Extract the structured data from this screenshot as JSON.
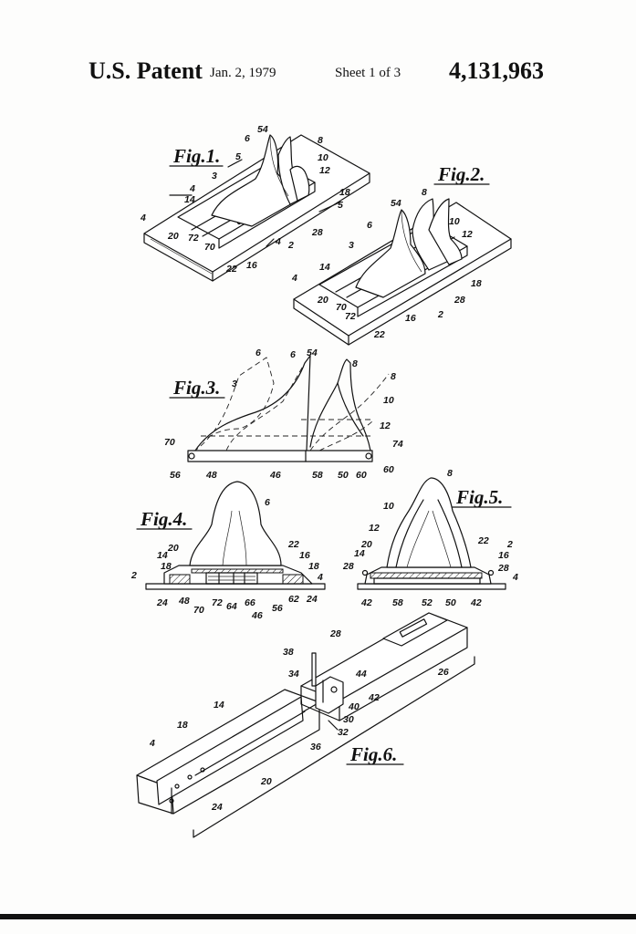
{
  "header": {
    "title": "U.S. Patent",
    "date": "Jan. 2, 1979",
    "sheet": "Sheet 1 of 3",
    "patent_number": "4,131,963"
  },
  "figures": [
    {
      "label": "Fig.1."
    },
    {
      "label": "Fig.2."
    },
    {
      "label": "Fig.3."
    },
    {
      "label": "Fig.4."
    },
    {
      "label": "Fig.5."
    },
    {
      "label": "Fig.6."
    }
  ],
  "fig1_refs": [
    "6",
    "54",
    "8",
    "10",
    "12",
    "3",
    "4",
    "14",
    "18",
    "5",
    "4",
    "20",
    "72",
    "70",
    "22",
    "16",
    "4",
    "2",
    "28",
    "5"
  ],
  "fig2_refs": [
    "8",
    "54",
    "10",
    "6",
    "12",
    "3",
    "14",
    "4",
    "18",
    "20",
    "70",
    "72",
    "28",
    "16",
    "2",
    "22"
  ],
  "fig3_refs": [
    "6",
    "6",
    "54",
    "8",
    "8",
    "3",
    "10",
    "12",
    "70",
    "74",
    "56",
    "48",
    "46",
    "58",
    "50",
    "60",
    "60"
  ],
  "fig4_refs": [
    "6",
    "20",
    "22",
    "14",
    "16",
    "18",
    "18",
    "2",
    "24",
    "48",
    "72",
    "64",
    "66",
    "62",
    "24",
    "70",
    "46",
    "56",
    "4"
  ],
  "fig5_refs": [
    "8",
    "10",
    "12",
    "20",
    "22",
    "2",
    "14",
    "16",
    "28",
    "28",
    "42",
    "58",
    "52",
    "50",
    "42",
    "4"
  ],
  "fig6_refs": [
    "28",
    "38",
    "34",
    "44",
    "26",
    "42",
    "40",
    "30",
    "32",
    "36",
    "14",
    "18",
    "4",
    "20",
    "24"
  ]
}
